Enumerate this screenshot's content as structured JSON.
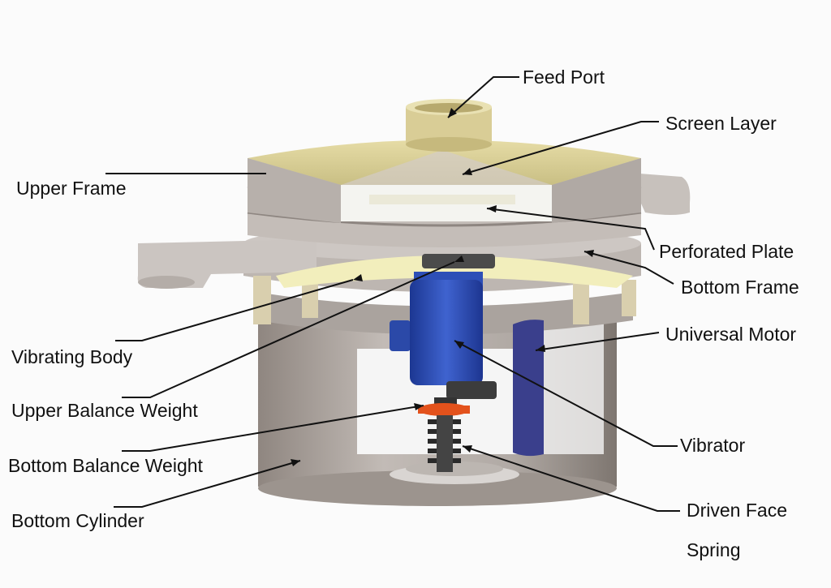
{
  "labels": {
    "feed_port": "Feed Port",
    "screen_layer": "Screen Layer",
    "upper_frame": "Upper Frame",
    "perforated_plate": "Perforated Plate",
    "bottom_frame": "Bottom Frame",
    "universal_motor": "Universal Motor",
    "vibrating_body": "Vibrating Body",
    "upper_balance_weight": "Upper Balance Weight",
    "vibrator": "Vibrator",
    "bottom_balance_weight": "Bottom Balance Weight",
    "bottom_cylinder": "Bottom Cylinder",
    "driven_face": "Driven Face",
    "spring": "Spring"
  },
  "colors": {
    "frame_gray": "#b9b2ad",
    "lid_yellow": "#ddd39a",
    "motor_blue": "#2d4fb7",
    "spring_black": "#2a2a2a",
    "balance_orange": "#e3521c"
  }
}
